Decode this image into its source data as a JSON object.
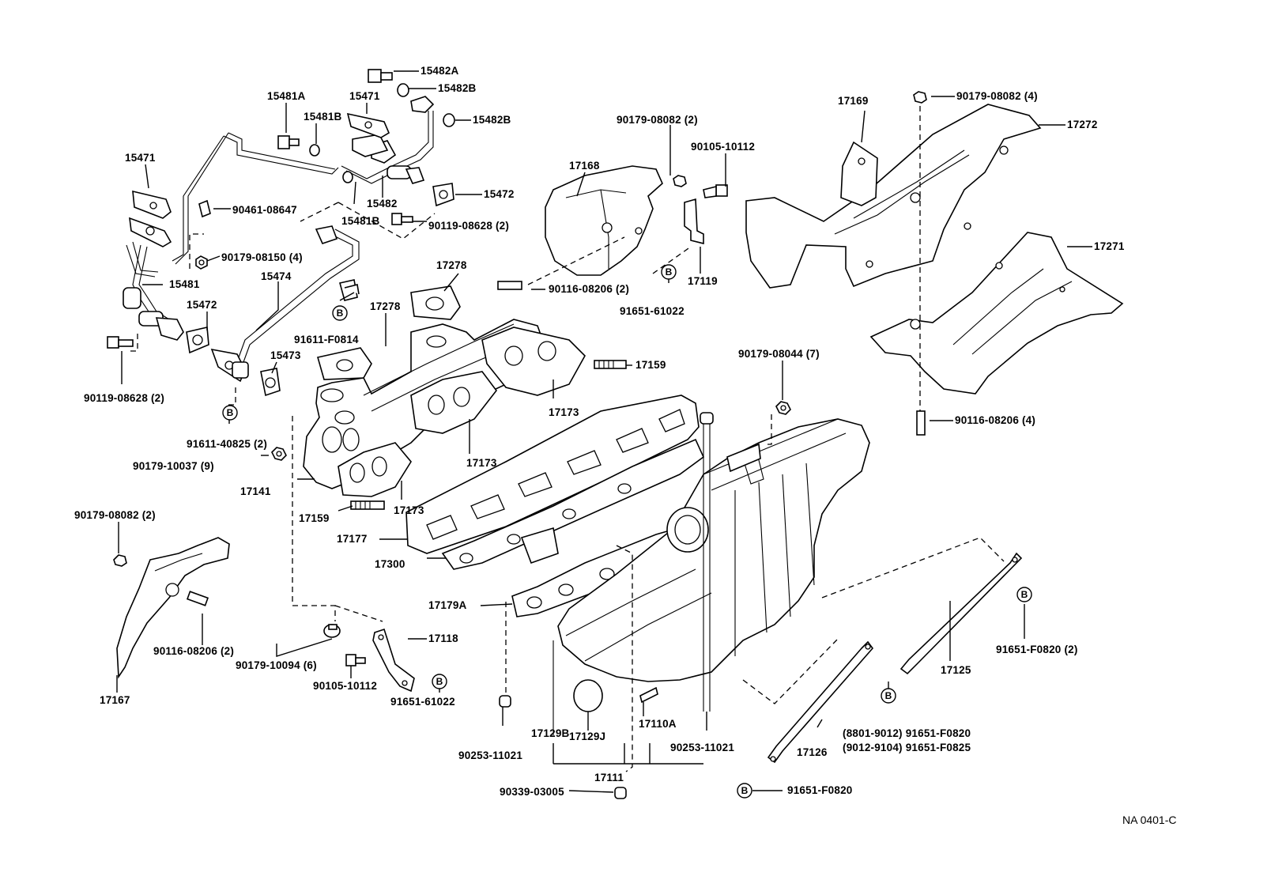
{
  "diagram_code": "NA 0401-C",
  "ref_marker": "B",
  "labels": {
    "p15482A": "15482A",
    "p15482B_1": "15482B",
    "p15482B_2": "15482B",
    "p15481A": "15481A",
    "p15471_1": "15471",
    "p15481B_1": "15481B",
    "p15471_2": "15471",
    "p15482": "15482",
    "p15472_1": "15472",
    "p15481B_2": "15481B",
    "p90119_08628_a": "90119-08628 (2)",
    "p90461_08647": "90461-08647",
    "p90179_08150": "90179-08150 (4)",
    "p15481": "15481",
    "p15474": "15474",
    "p15472_2": "15472",
    "p91611_F0814": "91611-F0814",
    "p17278_1": "17278",
    "p17278_2": "17278",
    "p15473": "15473",
    "p90119_08628_b": "90119-08628 (2)",
    "p91611_40825": "91611-40825 (2)",
    "p90179_10037": "90179-10037 (9)",
    "p17141": "17141",
    "p17159_1": "17159",
    "p17177": "17177",
    "p17300": "17300",
    "p17173_1": "17173",
    "p17173_2": "17173",
    "p17173_3": "17173",
    "p17159_2": "17159",
    "p17179A": "17179A",
    "p17168": "17168",
    "p90179_08082_a": "90179-08082 (2)",
    "p90105_10112_a": "90105-10112",
    "p17119": "17119",
    "p90116_08206_a": "90116-08206 (2)",
    "p91651_61022_a": "91651-61022",
    "p17169": "17169",
    "p90179_08082_b": "90179-08082 (4)",
    "p17272": "17272",
    "p17271": "17271",
    "p90116_08206_b": "90116-08206 (4)",
    "p90179_08044": "90179-08044 (7)",
    "p90179_08082_c": "90179-08082 (2)",
    "p90116_08206_c": "90116-08206 (2)",
    "p17167": "17167",
    "p90179_10094": "90179-10094 (6)",
    "p90105_10112_b": "90105-10112",
    "p17118": "17118",
    "p91651_61022_b": "91651-61022",
    "p17129B": "17129B",
    "p17129J": "17129J",
    "p17110A": "17110A",
    "p90253_11021_a": "90253-11021",
    "p90253_11021_b": "90253-11021",
    "p17111": "17111",
    "p90339_03005": "90339-03005",
    "p17125": "17125",
    "p91651_F0820_2": "91651-F0820 (2)",
    "p8801_9012": "(8801-9012) 91651-F0820",
    "p9012_9104": "(9012-9104) 91651-F0825",
    "p17126": "17126",
    "p91651_F0820": "91651-F0820"
  }
}
